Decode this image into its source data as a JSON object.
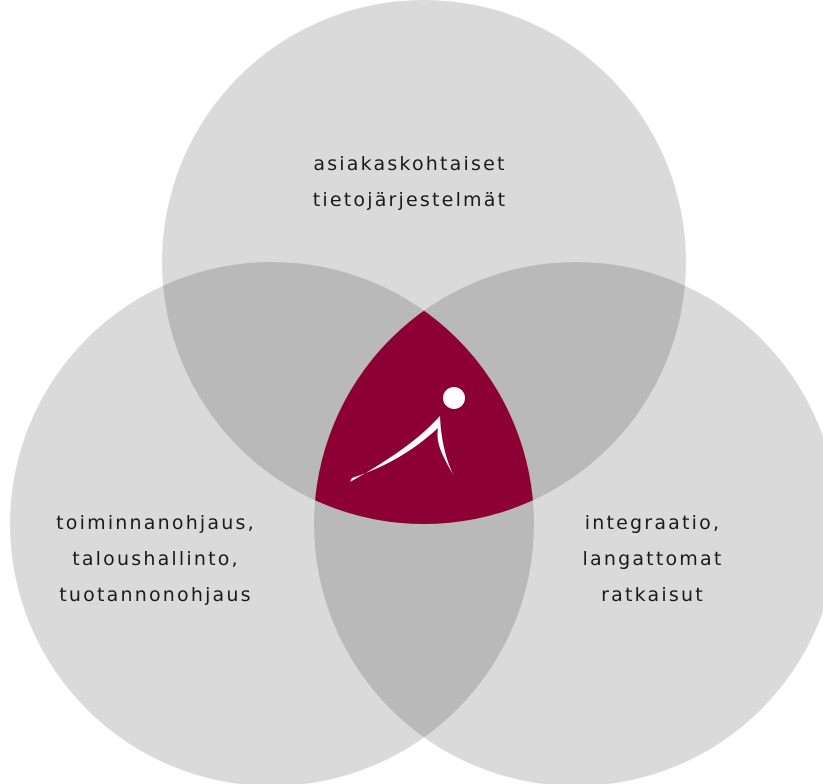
{
  "colors": {
    "circle_fill": "#dadada",
    "pair_overlap": "#b9b9b9",
    "center_overlap": "#8c0034",
    "logo_mark": "#ffffff"
  },
  "center_logo_icon": "stylized-figure-icon",
  "sets": {
    "top": {
      "lines": [
        "asiakaskohtaiset",
        "tietojärjestelmät"
      ]
    },
    "left": {
      "lines": [
        "toiminnanohjaus,",
        "taloushallinto,",
        "tuotannonohjaus"
      ]
    },
    "right": {
      "lines": [
        "integraatio,",
        "langattomat",
        "ratkaisut"
      ]
    }
  }
}
